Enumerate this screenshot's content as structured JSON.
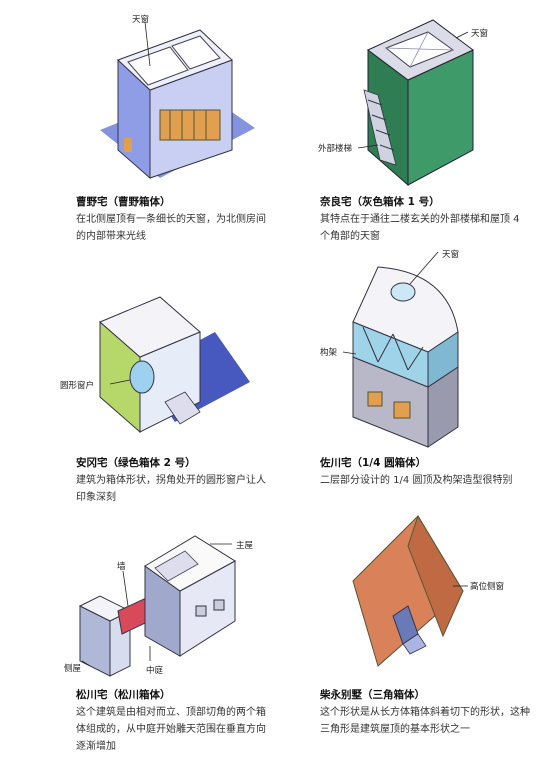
{
  "items": [
    {
      "title": "曹野宅（曹野箱体）",
      "desc": "在北侧屋顶有一条细长的天窗，为北侧房间的内部带来光线",
      "labels": [
        "天窗"
      ]
    },
    {
      "title": "奈良宅（灰色箱体 1 号）",
      "desc": "其特点在于通往二楼玄关的外部楼梯和屋顶 4 个角部的天窗",
      "labels": [
        "天窗",
        "外部楼梯"
      ]
    },
    {
      "title": "安冈宅（绿色箱体 2 号）",
      "desc": "建筑为箱体形状，拐角处开的圆形窗户让人印象深刻",
      "labels": [
        "圆形窗户"
      ]
    },
    {
      "title": "佐川宅（1/4 圆箱体）",
      "desc": "二层部分设计的 1/4 圆顶及构架造型很特别",
      "labels": [
        "天窗",
        "构架"
      ]
    },
    {
      "title": "松川宅（松川箱体）",
      "desc": "这个建筑是由相对而立、顶部切角的两个箱体组成的，从中庭开始雕天范围在垂直方向逐渐增加",
      "labels": [
        "主屋",
        "墙",
        "侧屋",
        "中庭"
      ]
    },
    {
      "title": "柴永别墅（三角箱体）",
      "desc": "这个形状是从长方体箱体斜着切下的形状，这种三角形是建筑屋顶的基本形状之一",
      "labels": [
        "高位侧窗"
      ]
    }
  ],
  "colors": {
    "blue": "#5b6fd6",
    "green": "#3f9a6a",
    "lime": "#b6d86a",
    "grey": "#b8b8c8",
    "red": "#d84a5a",
    "orange": "#d9825a"
  }
}
